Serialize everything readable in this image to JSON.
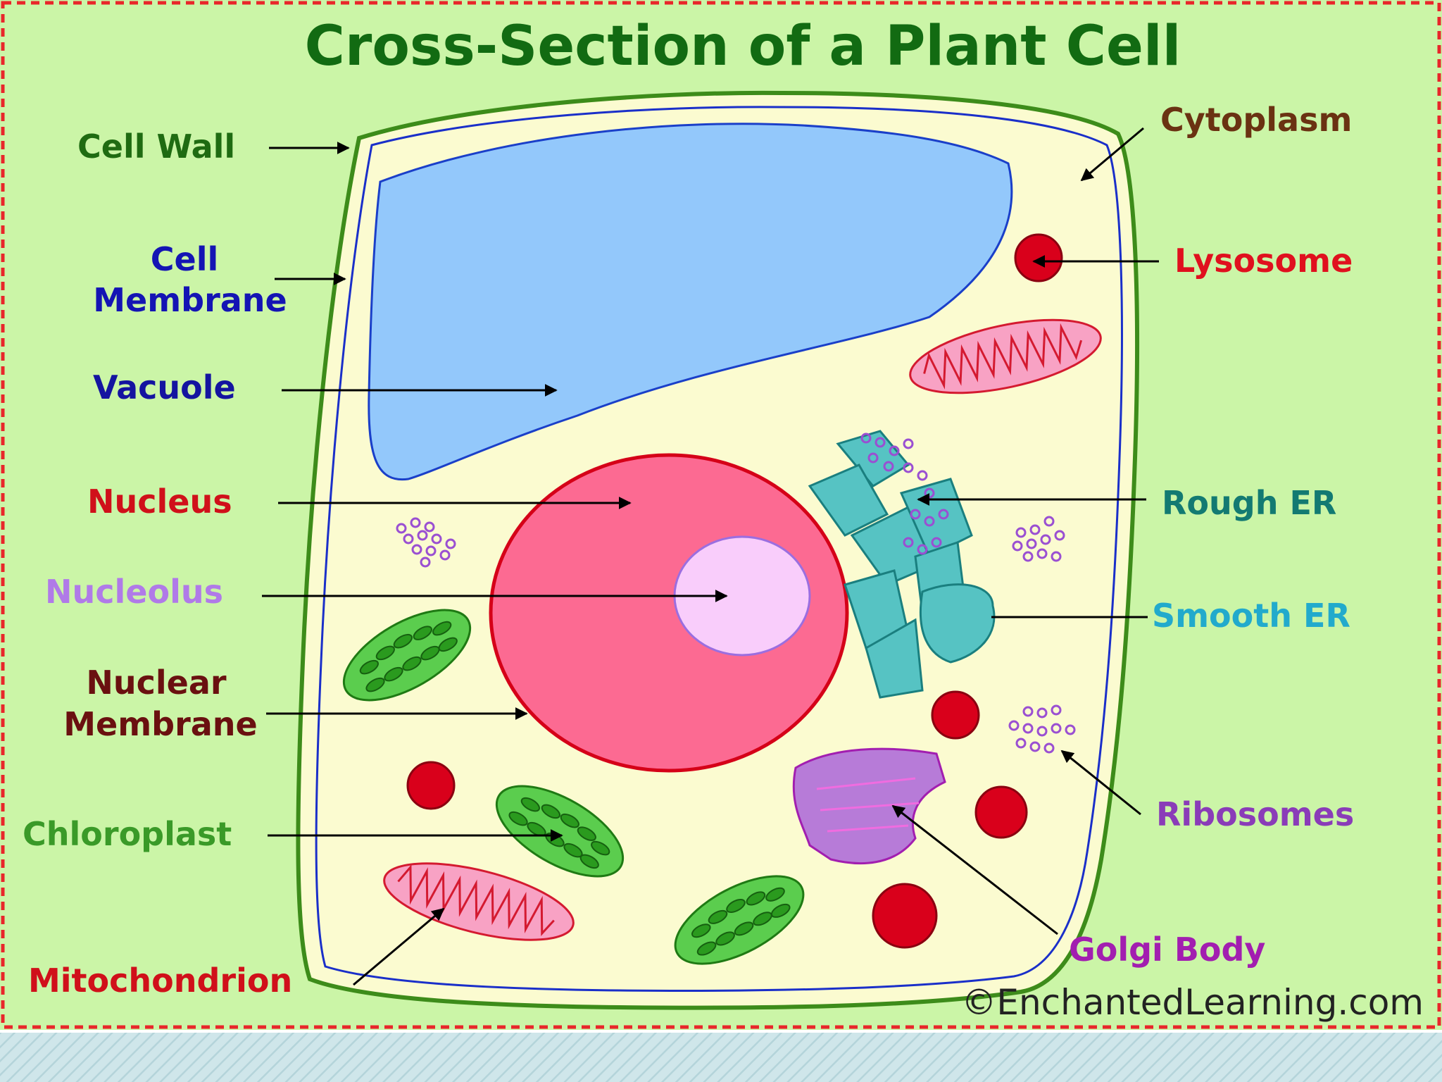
{
  "title": "Cross-Section of a Plant Cell",
  "copyright": "©EnchantedLearning.com",
  "colors": {
    "background": "#cbf5a7",
    "border_dashes": "#e8262a",
    "cytoplasm": "#fbfbd0",
    "cell_wall": "#3d8c1a",
    "cell_membrane": "#1a2fc9",
    "vacuole": "#93c8fb",
    "nucleus": "#fc6a92",
    "nucleolus": "#f9cdfb",
    "chloroplast": "#5bcd4e",
    "mitochondrion": "#f8a2c4",
    "lysosome": "#d9001b",
    "rough_er": "#56c3c3",
    "golgi": "#b77bd8",
    "ribosome": "#9a4fd2",
    "footer_stripes": "#bfe0e4"
  },
  "labels": {
    "cell_wall": [
      "Cell Wall"
    ],
    "cell_membrane": [
      "Cell",
      "Membrane"
    ],
    "vacuole": [
      "Vacuole"
    ],
    "nucleus": [
      "Nucleus"
    ],
    "nucleolus": [
      "Nucleolus"
    ],
    "nuclear_membrane": [
      "Nuclear",
      "Membrane"
    ],
    "chloroplast": [
      "Chloroplast"
    ],
    "mitochondrion": [
      "Mitochondrion"
    ],
    "cytoplasm": [
      "Cytoplasm"
    ],
    "lysosome": [
      "Lysosome"
    ],
    "rough_er": [
      "Rough ER"
    ],
    "smooth_er": [
      "Smooth ER"
    ],
    "ribosomes": [
      "Ribosomes"
    ],
    "golgi_body": [
      "Golgi Body"
    ]
  },
  "label_colors": {
    "cell_wall": "#1f6b12",
    "cell_membrane": "#1414b4",
    "vacuole": "#1414a0",
    "nucleus": "#d0101a",
    "nucleolus": "#b07ae8",
    "nuclear_membrane": "#6a1010",
    "chloroplast": "#3a9a28",
    "mitochondrion": "#d0101a",
    "cytoplasm": "#6a3212",
    "lysosome": "#e0101e",
    "rough_er": "#137a72",
    "smooth_er": "#22aacc",
    "ribosomes": "#8a3cb8",
    "golgi_body": "#a21eb0"
  }
}
